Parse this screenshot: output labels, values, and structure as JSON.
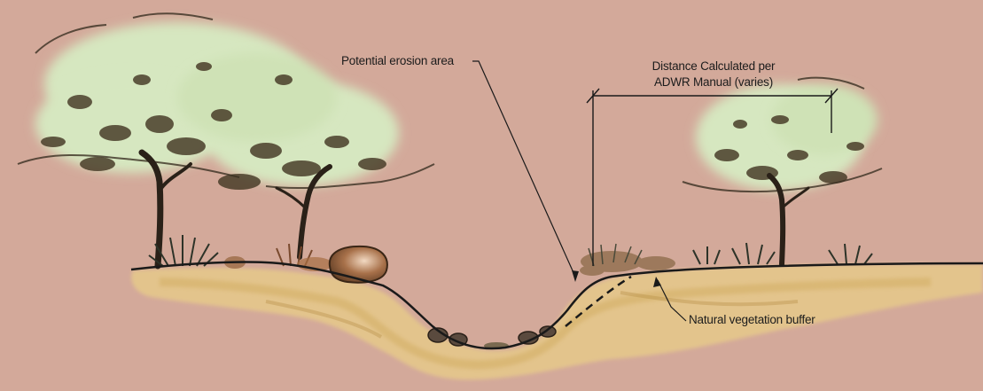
{
  "labels": {
    "erosion": "Potential erosion area",
    "distance_line1": "Distance Calculated per",
    "distance_line2": "ADWR Manual (varies)",
    "buffer": "Natural vegetation buffer"
  },
  "colors": {
    "background": "#d3a99a",
    "soil": "#e6c98a",
    "soil_dark": "#c9a24e",
    "foliage": "#d6e7c0",
    "foliage_shadow": "#4a3e2a",
    "trunk": "#2a2118",
    "outline": "#1a1a1a",
    "boulder": "#8a5a3a"
  }
}
